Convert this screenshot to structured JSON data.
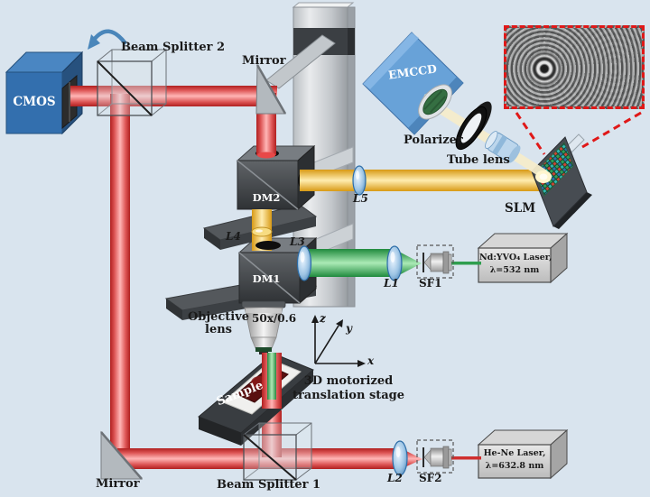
{
  "figure": {
    "type": "optical-microscopy-setup-diagram"
  },
  "cameras": {
    "cmos_label": "CMOS",
    "emccd_label": "EMCCD"
  },
  "beam_splitters": {
    "bs1_label": "Beam Splitter 1",
    "bs2_label": "Beam Splitter 2"
  },
  "mirrors": {
    "top_label": "Mirror",
    "bottom_label": "Mirror"
  },
  "dichroics": {
    "dm1_label": "DM1",
    "dm2_label": "DM2"
  },
  "lenses": {
    "l1": "L1",
    "l2": "L2",
    "l3": "L3",
    "l4": "L4",
    "l5": "L5",
    "tube_lens": "Tube lens"
  },
  "spatial_filters": {
    "sf1": "SF1",
    "sf2": "SF2"
  },
  "polarizer_label": "Polarizer",
  "slm_label": "SLM",
  "lasers": {
    "green": {
      "name": "Nd:YVO₄ Laser,",
      "wavelength": "λ=532 nm"
    },
    "red": {
      "name": "He-Ne Laser,",
      "wavelength": "λ=632.8 nm"
    }
  },
  "objective": {
    "label_line1": "Objective",
    "label_line2": "lens",
    "spec": "50x/0.6"
  },
  "stage": {
    "sample_label": "Sample",
    "label_line1": "3D motorized",
    "label_line2": "translation stage"
  },
  "axes": {
    "x": "x",
    "y": "y",
    "z": "z"
  },
  "colors": {
    "background": "#d9e4ee",
    "red_beam": "#e04040",
    "green_beam": "#3aa55a",
    "yellow_beam": "#f2c14e",
    "pale_beam": "#f6ecca",
    "cmos_blue": "#3470ae",
    "emccd_blue": "#68a2d8",
    "inset_border_red": "#e01818",
    "laser_box_gray": "#cccccc",
    "rotation_arrow_blue": "#4a86ba"
  }
}
